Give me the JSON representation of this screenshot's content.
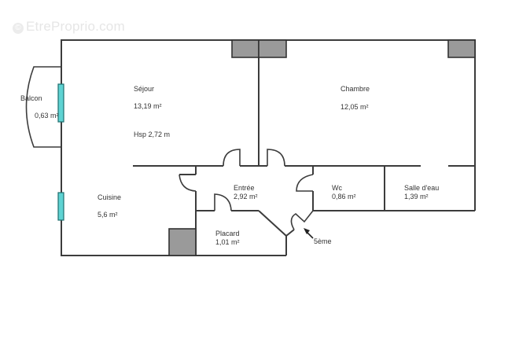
{
  "watermark": {
    "icon": "copyright-icon",
    "text": "EtreProprio.com"
  },
  "rooms": {
    "balcon": {
      "name": "Balcon",
      "area": "0,63  m²"
    },
    "sejour": {
      "name": "Séjour",
      "area": "13,19  m²",
      "height": "Hsp  2,72 m"
    },
    "chambre": {
      "name": "Chambre",
      "area": "12,05  m²"
    },
    "cuisine": {
      "name": "Cuisine",
      "area": "5,6  m²"
    },
    "entree": {
      "name": "Entrée",
      "area": "2,92  m²"
    },
    "placard": {
      "name": "Placard",
      "area": "1,01  m²"
    },
    "wc": {
      "name": "Wc",
      "area": "0,86  m²"
    },
    "salle_eau": {
      "name": "Salle d'eau",
      "area": "1,39  m²"
    }
  },
  "entrance": {
    "label": "5ème",
    "icon": "arrow-icon"
  },
  "colors": {
    "wall": "#3c3c3c",
    "duct": "#9a9a9a",
    "window": "#5fd3d3"
  }
}
